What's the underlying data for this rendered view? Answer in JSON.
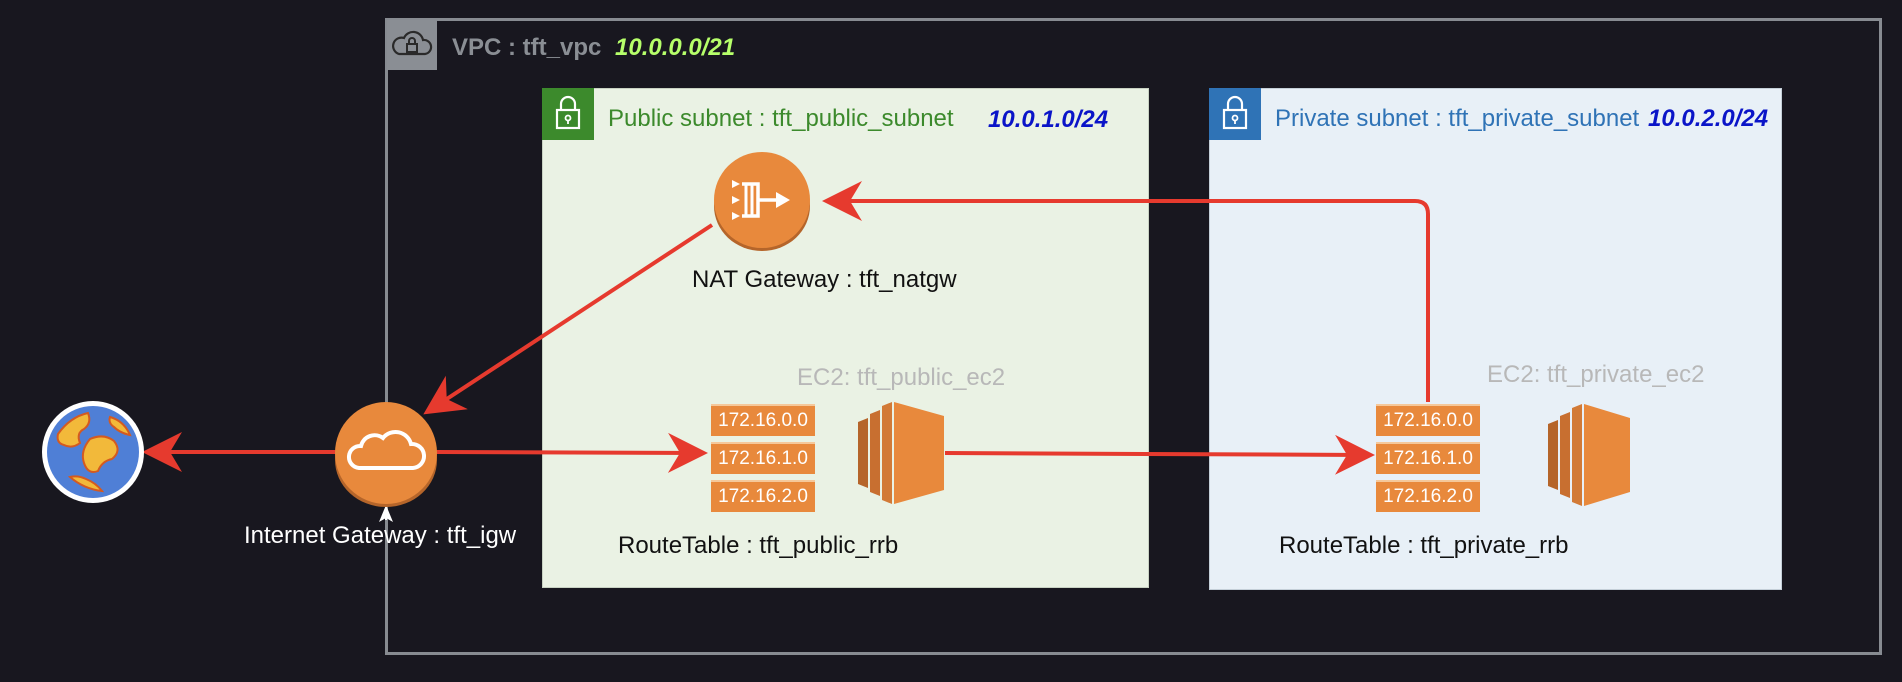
{
  "vpc": {
    "title": "VPC : tft_vpc",
    "cidr": "10.0.0.0/21"
  },
  "public_subnet": {
    "title": "Public subnet : tft_public_subnet",
    "cidr": "10.0.1.0/24",
    "nat_gateway_label": "NAT Gateway : tft_natgw",
    "ec2_label": "EC2: tft_public_ec2",
    "route_table_label": "RouteTable : tft_public_rrb",
    "routes": [
      "172.16.0.0",
      "172.16.1.0",
      "172.16.2.0"
    ]
  },
  "private_subnet": {
    "title": "Private subnet : tft_private_subnet",
    "cidr": "10.0.2.0/24",
    "ec2_label": "EC2: tft_private_ec2",
    "route_table_label": "RouteTable : tft_private_rrb",
    "routes": [
      "172.16.0.0",
      "172.16.1.0",
      "172.16.2.0"
    ]
  },
  "internet_gateway": {
    "label": "Internet Gateway : tft_igw"
  },
  "colors": {
    "background": "#18171f",
    "arrow": "#e63a2e",
    "aws_orange": "#e8893c",
    "public_accent": "#3c8a2c",
    "private_accent": "#2f73b6",
    "cidr_blue": "#0a14c8",
    "vpc_cidr_green": "#b6ff6a"
  },
  "icons": [
    "cloud-lock-icon",
    "lock-icon",
    "nat-gateway-icon",
    "internet-gateway-icon",
    "internet-globe-icon",
    "ec2-instance-icon",
    "route-table-icon"
  ]
}
